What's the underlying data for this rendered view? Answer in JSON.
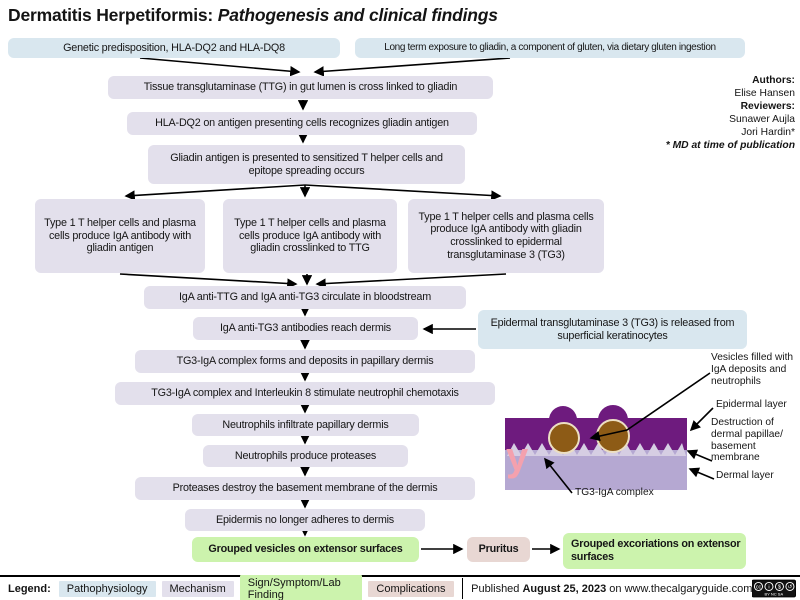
{
  "title": {
    "main": "Dermatitis Herpetiformis: ",
    "sub": "Pathogenesis and clinical findings"
  },
  "credits": {
    "authors_label": "Authors:",
    "author": "Elise Hansen",
    "reviewers_label": "Reviewers:",
    "reviewer1": "Sunawer Aujla",
    "reviewer2": "Jori Hardin*",
    "note": "* MD at time of publication"
  },
  "flow": {
    "genetic": "Genetic predisposition, HLA-DQ2 and HLA-DQ8",
    "gluten": "Long term exposure to gliadin, a component of gluten, via dietary gluten ingestion",
    "ttg": "Tissue transglutaminase (TTG) in gut lumen is cross linked to gliadin",
    "hla": "HLA-DQ2 on antigen presenting cells recognizes gliadin antigen",
    "presented": "Gliadin antigen is presented to sensitized T helper cells and epitope spreading occurs",
    "th1_antigen": "Type 1 T helper cells and plasma cells produce IgA antibody with gliadin antigen",
    "th1_ttg": "Type 1 T helper cells and plasma cells produce IgA antibody with gliadin crosslinked to TTG",
    "th1_tg3": "Type 1 T helper cells and plasma cells produce IgA antibody with gliadin crosslinked to epidermal transglutaminase 3 (TG3)",
    "circulate": "IgA anti-TTG and IgA anti-TG3 circulate in bloodstream",
    "reach_dermis": "IgA anti-TG3 antibodies reach dermis",
    "tg3_released": "Epidermal transglutaminase 3 (TG3) is released from superficial keratinocytes",
    "complex_forms": "TG3-IgA complex forms and deposits in papillary dermis",
    "il8": "TG3-IgA complex and Interleukin 8 stimulate neutrophil chemotaxis",
    "infiltrate": "Neutrophils infiltrate papillary dermis",
    "produce_proteases": "Neutrophils produce proteases",
    "destroy_membrane": "Proteases destroy the basement membrane of the dermis",
    "no_adhere": "Epidermis no longer adheres to dermis",
    "vesicles": "Grouped vesicles on extensor surfaces",
    "pruritus": "Pruritus",
    "excoriations": "Grouped excoriations on extensor surfaces"
  },
  "skin": {
    "vesicles_label": "Vesicles filled with IgA deposits and neutrophils",
    "epidermal_label": "Epidermal layer",
    "destruction_label": "Destruction of dermal papillae/ basement membrane",
    "dermal_label": "Dermal layer",
    "complex_label": "TG3-IgA complex",
    "iga_symbol": "y"
  },
  "legend": {
    "label": "Legend:",
    "items": [
      {
        "label": "Pathophysiology",
        "type": "pathophysiology"
      },
      {
        "label": "Mechanism",
        "type": "mechanism"
      },
      {
        "label": "Sign/Symptom/Lab Finding",
        "type": "sign-symptom-lab-finding"
      },
      {
        "label": "Complications",
        "type": "complications"
      }
    ]
  },
  "footer": {
    "published_prefix": "Published ",
    "published_date": "August 25, 2023",
    "published_suffix": " on www.thecalgaryguide.com",
    "license": "CC BY-NC-SA",
    "license_caption": "BY NC SA"
  },
  "colors": {
    "pathophysiology": "#d9e7ef",
    "mechanism": "#e3e0ec",
    "sign": "#ccf3ad",
    "complication": "#e8d7d3",
    "epidermis_purple": "#6e1b7e",
    "dermis_light_purple": "#b5a8d2",
    "papillae_band": "#d6cee3",
    "vesicle_brown": "#8d5b16",
    "vesicle_rim": "#ecdfc3",
    "iga_pink": "#f4a1ae",
    "arrow": "#000000"
  }
}
